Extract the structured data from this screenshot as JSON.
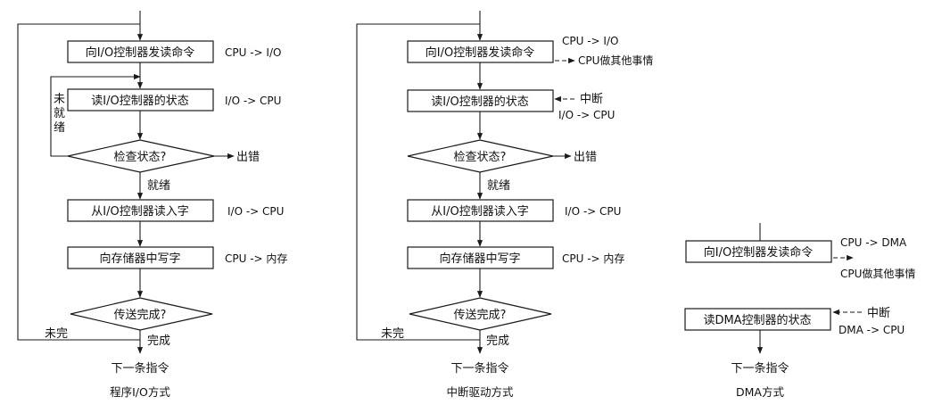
{
  "col1": {
    "b1": "向I/O控制器发读命令",
    "s1": "CPU -> I/O",
    "b2": "读I/O控制器的状态",
    "s2": "I/O -> CPU",
    "notready": "未就绪",
    "d1": "检查状态?",
    "err": "出错",
    "ready": "就绪",
    "b3": "从I/O控制器读入字",
    "s3": "I/O -> CPU",
    "b4": "向存储器中写字",
    "s4": "CPU -> 内存",
    "d2": "传送完成?",
    "notdone": "未完",
    "done": "完成",
    "next": "下一条指令",
    "caption": "程序I/O方式"
  },
  "col2": {
    "b1": "向I/O控制器发读命令",
    "s1a": "CPU -> I/O",
    "s1b": "CPU做其他事情",
    "b2": "读I/O控制器的状态",
    "s2a": "中断",
    "s2b": "I/O -> CPU",
    "d1": "检查状态?",
    "err": "出错",
    "ready": "就绪",
    "b3": "从I/O控制器读入字",
    "s3": "I/O -> CPU",
    "b4": "向存储器中写字",
    "s4": "CPU -> 内存",
    "d2": "传送完成?",
    "notdone": "未完",
    "done": "完成",
    "next": "下一条指令",
    "caption": "中断驱动方式"
  },
  "col3": {
    "b1": "向I/O控制器发读命令",
    "s1a": "CPU -> DMA",
    "s1b": "CPU做其他事情",
    "b2": "读DMA控制器的状态",
    "s2a": "中断",
    "s2b": "DMA -> CPU",
    "next": "下一条指令",
    "caption": "DMA方式"
  }
}
